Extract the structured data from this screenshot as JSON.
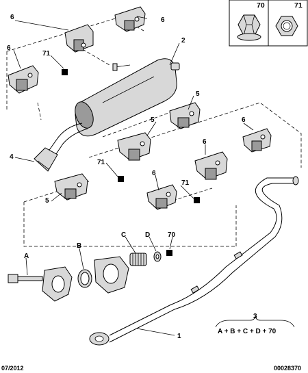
{
  "callouts": {
    "n70": "70",
    "n71": "71",
    "n1": "1",
    "n2": "2",
    "n3": "3",
    "n4": "4",
    "n5": "5",
    "n6": "6",
    "A": "A",
    "B": "B",
    "C": "C",
    "D": "D"
  },
  "formula": {
    "number": "3",
    "expression": "A + B + C + D + 70"
  },
  "footer": {
    "date": "07/2012",
    "code": "00028370"
  }
}
